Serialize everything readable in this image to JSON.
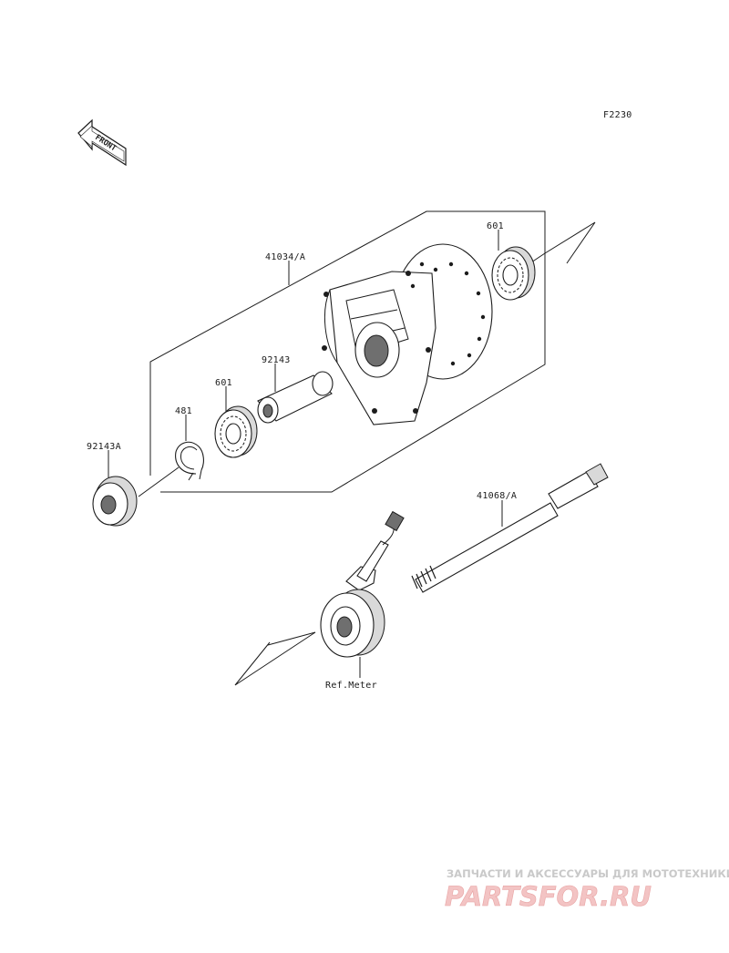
{
  "diagram": {
    "code": "F2230",
    "front_marker": "FRONT",
    "parts": {
      "hub": "41034/A",
      "bearing_right": "601",
      "collar": "92143",
      "bearing_left": "601",
      "circlip": "481",
      "spacer": "92143A",
      "axle": "41068/A",
      "meter": "Ref.Meter"
    }
  },
  "watermark": {
    "tagline": "ЗАПЧАСТИ И АКСЕССУАРЫ ДЛЯ МОТОТЕХНИКИ",
    "brand": "PARTSFOR.RU"
  },
  "colors": {
    "line": "#1c1c1c",
    "watermark_gray": "#c9c9c9",
    "watermark_pink": "#f3c4c4"
  }
}
